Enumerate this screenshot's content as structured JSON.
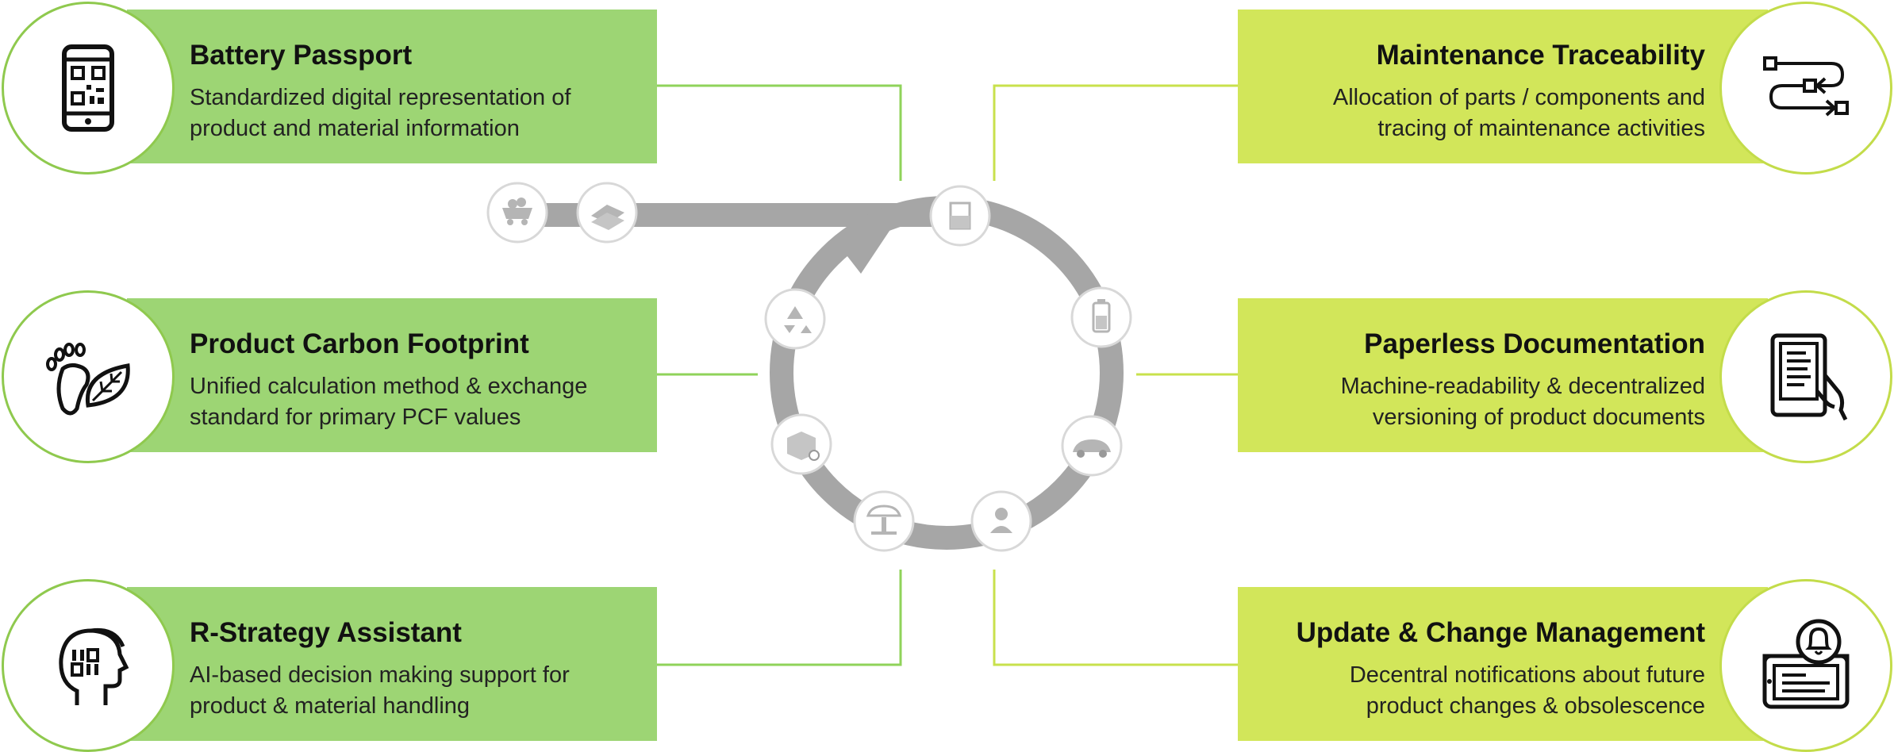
{
  "left_cards": [
    {
      "title": "Battery Passport",
      "desc": [
        "Standardized digital representation of",
        "product and material information"
      ],
      "icon": "smartphone-qr-icon"
    },
    {
      "title": "Product Carbon Footprint",
      "desc": [
        "Unified calculation method & exchange",
        "standard for primary PCF values"
      ],
      "icon": "footprint-leaf-icon"
    },
    {
      "title": "R-Strategy Assistant",
      "desc": [
        "AI-based decision making support for",
        "product & material handling"
      ],
      "icon": "ai-heads-icon"
    }
  ],
  "right_cards": [
    {
      "title": "Maintenance Traceability",
      "desc": [
        "Allocation of parts / components and",
        "tracing of maintenance activities"
      ],
      "icon": "trace-path-icon"
    },
    {
      "title": "Paperless Documentation",
      "desc": [
        "Machine-readability & decentralized",
        "versioning of product documents"
      ],
      "icon": "tablet-document-icon"
    },
    {
      "title": "Update & Change Management",
      "desc": [
        "Decentral notifications about future",
        "product changes & obsolescence"
      ],
      "icon": "notification-tablet-icon"
    }
  ],
  "lifecycle_icons": [
    "mine-cart-icon",
    "raw-material-icon",
    "lab-beaker-icon",
    "battery-icon",
    "electric-car-icon",
    "user-icon",
    "car-lift-icon",
    "box-gear-icon",
    "recycle-icon"
  ],
  "colors": {
    "left_card": "#9dd574",
    "right_card": "#d2e65a",
    "left_border": "#8fc94e",
    "right_border": "#c3dc4a",
    "cycle": "#a6a6a6",
    "icon_circle_border": "#d8d8d8"
  }
}
